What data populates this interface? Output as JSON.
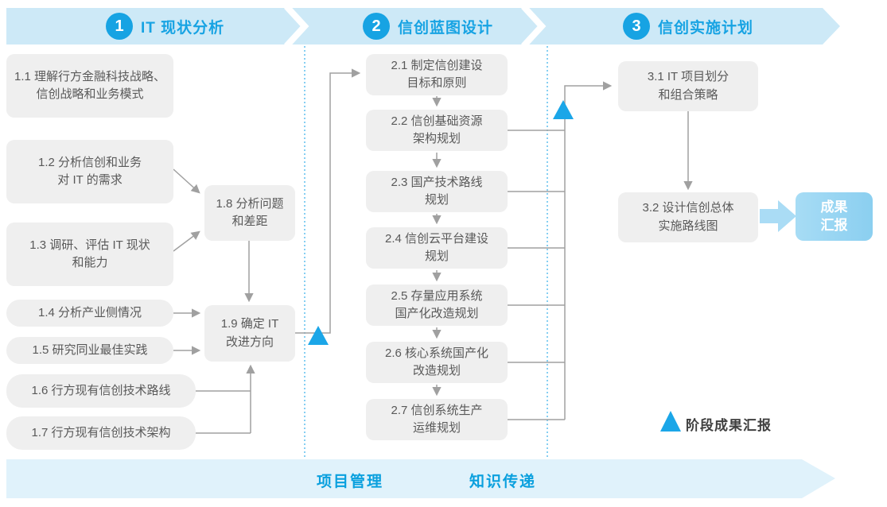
{
  "header": {
    "phases": [
      {
        "number": "1",
        "title": "IT 现状分析"
      },
      {
        "number": "2",
        "title": "信创蓝图设计"
      },
      {
        "number": "3",
        "title": "信创实施计划"
      }
    ]
  },
  "phase1": {
    "boxes": [
      {
        "id": "1.1",
        "line1": "1.1 理解行方金融科技战略、",
        "line2": "信创战略和业务模式"
      },
      {
        "id": "1.2",
        "line1": "1.2 分析信创和业务",
        "line2": "对 IT 的需求"
      },
      {
        "id": "1.3",
        "line1": "1.3 调研、评估 IT 现状",
        "line2": "和能力"
      },
      {
        "id": "1.4",
        "line1": "1.4 分析产业侧情况",
        "line2": ""
      },
      {
        "id": "1.5",
        "line1": "1.5 研究同业最佳实践",
        "line2": ""
      },
      {
        "id": "1.6",
        "line1": "1.6 行方现有信创技术路线",
        "line2": ""
      },
      {
        "id": "1.7",
        "line1": "1.7 行方现有信创技术架构",
        "line2": ""
      },
      {
        "id": "1.8",
        "line1": "1.8 分析问题",
        "line2": "和差距"
      },
      {
        "id": "1.9",
        "line1": "1.9 确定 IT",
        "line2": "改进方向"
      }
    ]
  },
  "phase2": {
    "boxes": [
      {
        "id": "2.1",
        "line1": "2.1 制定信创建设",
        "line2": "目标和原则"
      },
      {
        "id": "2.2",
        "line1": "2.2 信创基础资源",
        "line2": "架构规划"
      },
      {
        "id": "2.3",
        "line1": "2.3 国产技术路线",
        "line2": "规划"
      },
      {
        "id": "2.4",
        "line1": "2.4 信创云平台建设",
        "line2": "规划"
      },
      {
        "id": "2.5",
        "line1": "2.5 存量应用系统",
        "line2": "国产化改造规划"
      },
      {
        "id": "2.6",
        "line1": "2.6 核心系统国产化",
        "line2": "改造规划"
      },
      {
        "id": "2.7",
        "line1": "2.7 信创系统生产",
        "line2": "运维规划"
      }
    ]
  },
  "phase3": {
    "boxes": [
      {
        "id": "3.1",
        "line1": "3.1 IT 项目划分",
        "line2": "和组合策略"
      },
      {
        "id": "3.2",
        "line1": "3.2 设计信创总体",
        "line2": "实施路线图"
      }
    ],
    "result_box": {
      "line1": "成果",
      "line2": "汇报"
    }
  },
  "legend": {
    "milestone_label": "阶段成果汇报"
  },
  "bottom_band": {
    "items": [
      "项目管理",
      "知识传递"
    ]
  },
  "colors": {
    "accent_blue": "#17a3e3",
    "triangle_blue": "#1ba6e8",
    "header_band": "#cde9f7",
    "bottom_band": "#e0f2fb",
    "box_gray": "#efefef",
    "box_text": "#595959",
    "connector_gray": "#a0a0a0",
    "result_box_blue": "#8fd2f1",
    "dashed_line_blue": "#45b5ea"
  }
}
